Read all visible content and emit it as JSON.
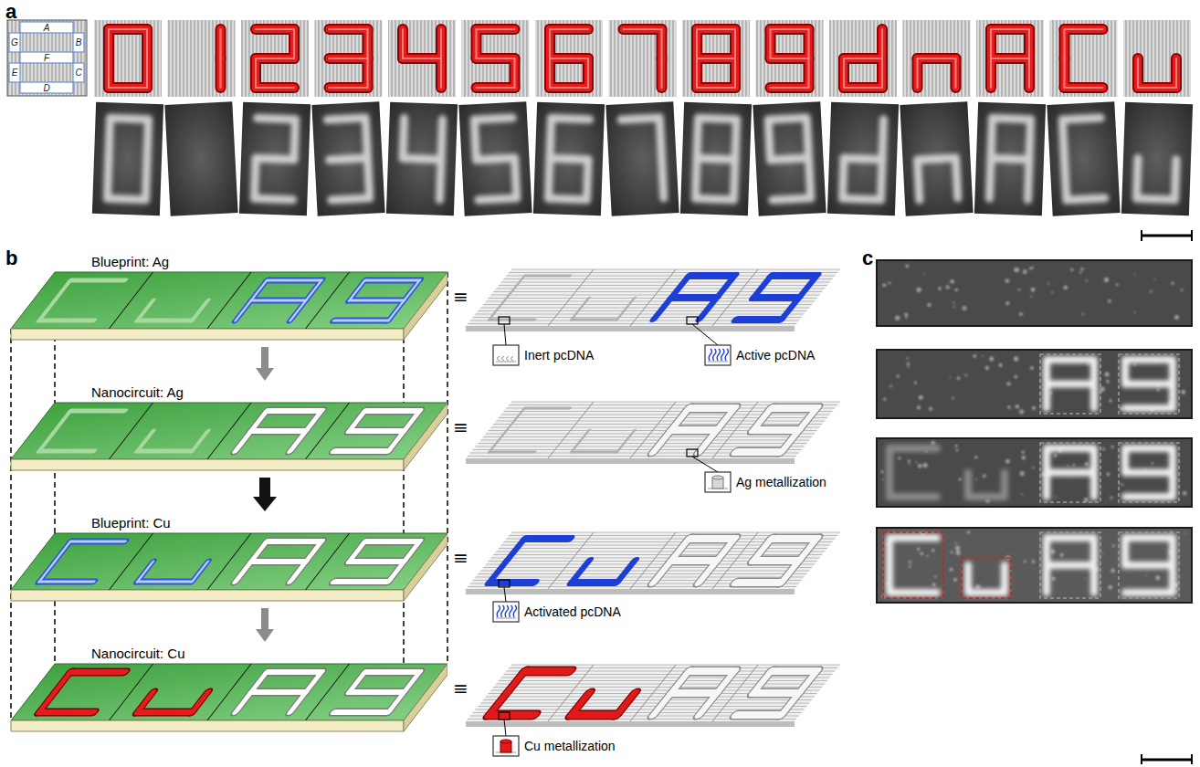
{
  "diagram": {
    "nodes": [
      {
        "text": [
          "Blueprint: Ag"
        ]
      },
      {
        "text": [
          "Nanocircuit: Ag"
        ]
      },
      {
        "text": [
          "Blueprint: Cu"
        ]
      },
      {
        "text": [
          "Nanocircuit: Cu"
        ]
      }
    ],
    "edges": [
      {
        "from": 0,
        "to": 1,
        "arrow": "to"
      },
      {
        "from": 1,
        "to": 2,
        "arrow": "to"
      },
      {
        "from": 2,
        "to": 3,
        "arrow": "to"
      }
    ],
    "labels": [
      "a",
      "A",
      "G",
      "B",
      "F",
      "E",
      "C",
      "D",
      "b",
      "c",
      "≡",
      "Inert pcDNA",
      "Active pcDNA",
      "≡",
      "Ag metallization",
      "≡",
      "Activated pcDNA",
      "≡",
      "Cu metallization"
    ]
  }
}
